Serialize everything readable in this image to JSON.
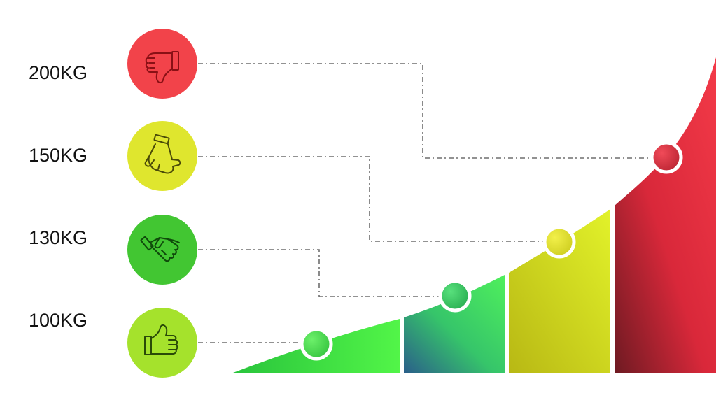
{
  "levels": [
    {
      "label": "200KG",
      "icon": "thumbs-down-icon",
      "circle_color": "#f2434a",
      "icon_color": "#8a1015"
    },
    {
      "label": "150KG",
      "icon": "so-so-hand-icon",
      "circle_color": "#dfe62e",
      "icon_color": "#4a4a08"
    },
    {
      "label": "130KG",
      "icon": "handshake-icon",
      "circle_color": "#42c632",
      "icon_color": "#0f4a0b"
    },
    {
      "label": "100KG",
      "icon": "thumbs-up-icon",
      "circle_color": "#a5e22c",
      "icon_color": "#2a4a08"
    }
  ],
  "colors": {
    "red": "#ef2f3f",
    "dark_red": "#7a1a22",
    "yellow": "#d9ea20",
    "green": "#3ff25a",
    "teal": "#2a5f8a",
    "connector": "#6e6e6e"
  }
}
